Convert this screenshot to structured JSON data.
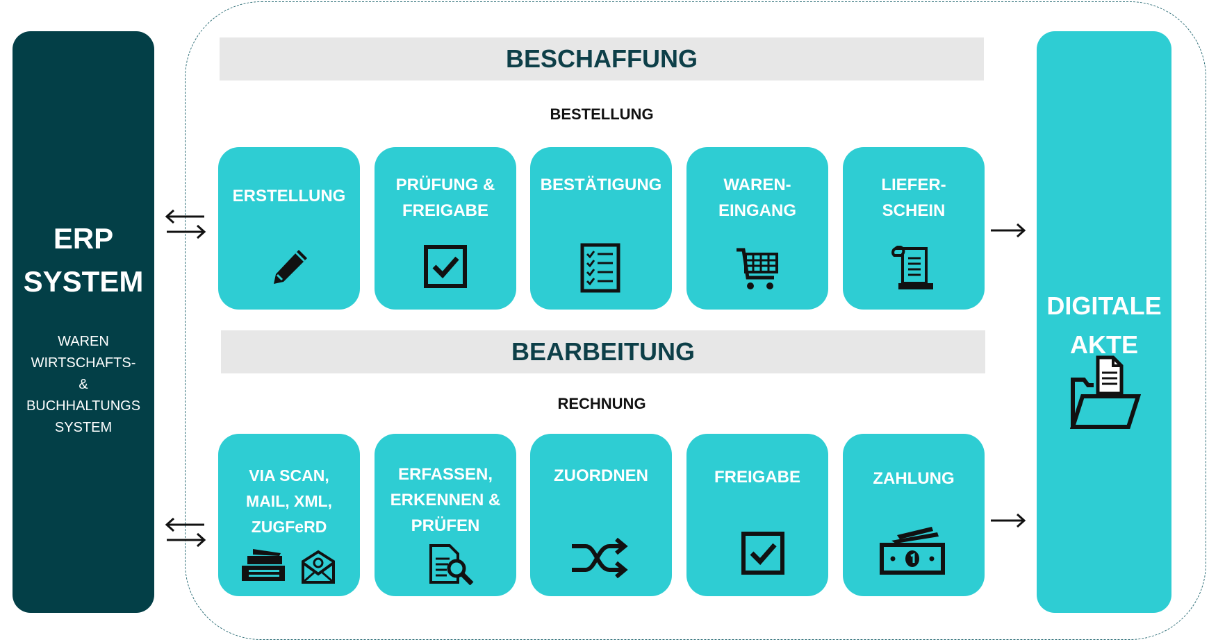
{
  "erp": {
    "title_line1": "ERP",
    "title_line2": "SYSTEM",
    "subtitle": "WAREN\nWIRTSCHAFTS-\n&\nBUCHHALTUNGS\nSYSTEM"
  },
  "sections": {
    "beschaffung": {
      "title": "BESCHAFFUNG",
      "label": "BESTELLUNG"
    },
    "bearbeitung": {
      "title": "BEARBEITUNG",
      "label": "RECHNUNG"
    }
  },
  "bestellung_cards": [
    {
      "label": "ERSTELLUNG",
      "icon": "pencil-icon"
    },
    {
      "label": "PRÜFUNG &\nFREIGABE",
      "icon": "checkbox-icon"
    },
    {
      "label": "BESTÄTIGUNG",
      "icon": "checklist-icon"
    },
    {
      "label": "WAREN-\nEINGANG",
      "icon": "shopping-cart-icon"
    },
    {
      "label": "LIEFER-\nSCHEIN",
      "icon": "scroll-document-icon"
    }
  ],
  "rechnung_cards": [
    {
      "label": "VIA SCAN,\nMAIL, XML,\nZUGFeRD",
      "icon": "scanner-and-mail-icon"
    },
    {
      "label": "ERFASSEN,\nERKENNEN &\nPRÜFEN",
      "icon": "document-search-icon"
    },
    {
      "label": "ZUORDNEN",
      "icon": "shuffle-icon"
    },
    {
      "label": "FREIGABE",
      "icon": "checkbox-icon"
    },
    {
      "label": "ZAHLUNG",
      "icon": "money-icon"
    }
  ],
  "akte": {
    "title": "DIGITALE\nAKTE",
    "icon": "open-folder-document-icon"
  },
  "colors": {
    "erp": "#033f47",
    "card": "#2ecdd3",
    "banner": "#e7e7e7",
    "banner_text": "#0d3f48"
  }
}
